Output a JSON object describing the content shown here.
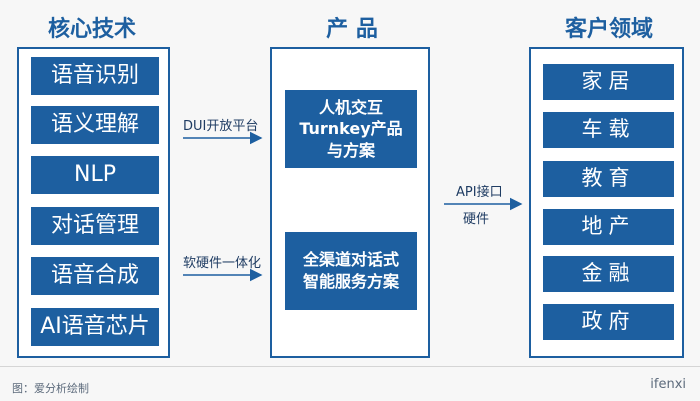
{
  "columns": {
    "core": {
      "title": "核心技术",
      "items": [
        "语音识别",
        "语义理解",
        "NLP",
        "对话管理",
        "语音合成",
        "AI语音芯片"
      ]
    },
    "product": {
      "title": "产 品",
      "items": [
        "人机交互\nTurnkey产品\n与方案",
        "全渠道对话式\n智能服务方案"
      ]
    },
    "customer": {
      "title": "客户领域",
      "items": [
        "家居",
        "车载",
        "教育",
        "地产",
        "金融",
        "政府"
      ]
    }
  },
  "arrows": {
    "core_to_product_top": "DUI开放平台",
    "core_to_product_bottom": "软硬件一体化",
    "product_to_customer_above": "API接口",
    "product_to_customer_below": "硬件"
  },
  "footer": {
    "source": "图：爱分析绘制",
    "logo": "ifenxi"
  },
  "colors": {
    "box_fill": "#1d5fa0",
    "panel_border": "#1d5fa0",
    "background": "#f7f7f7"
  }
}
